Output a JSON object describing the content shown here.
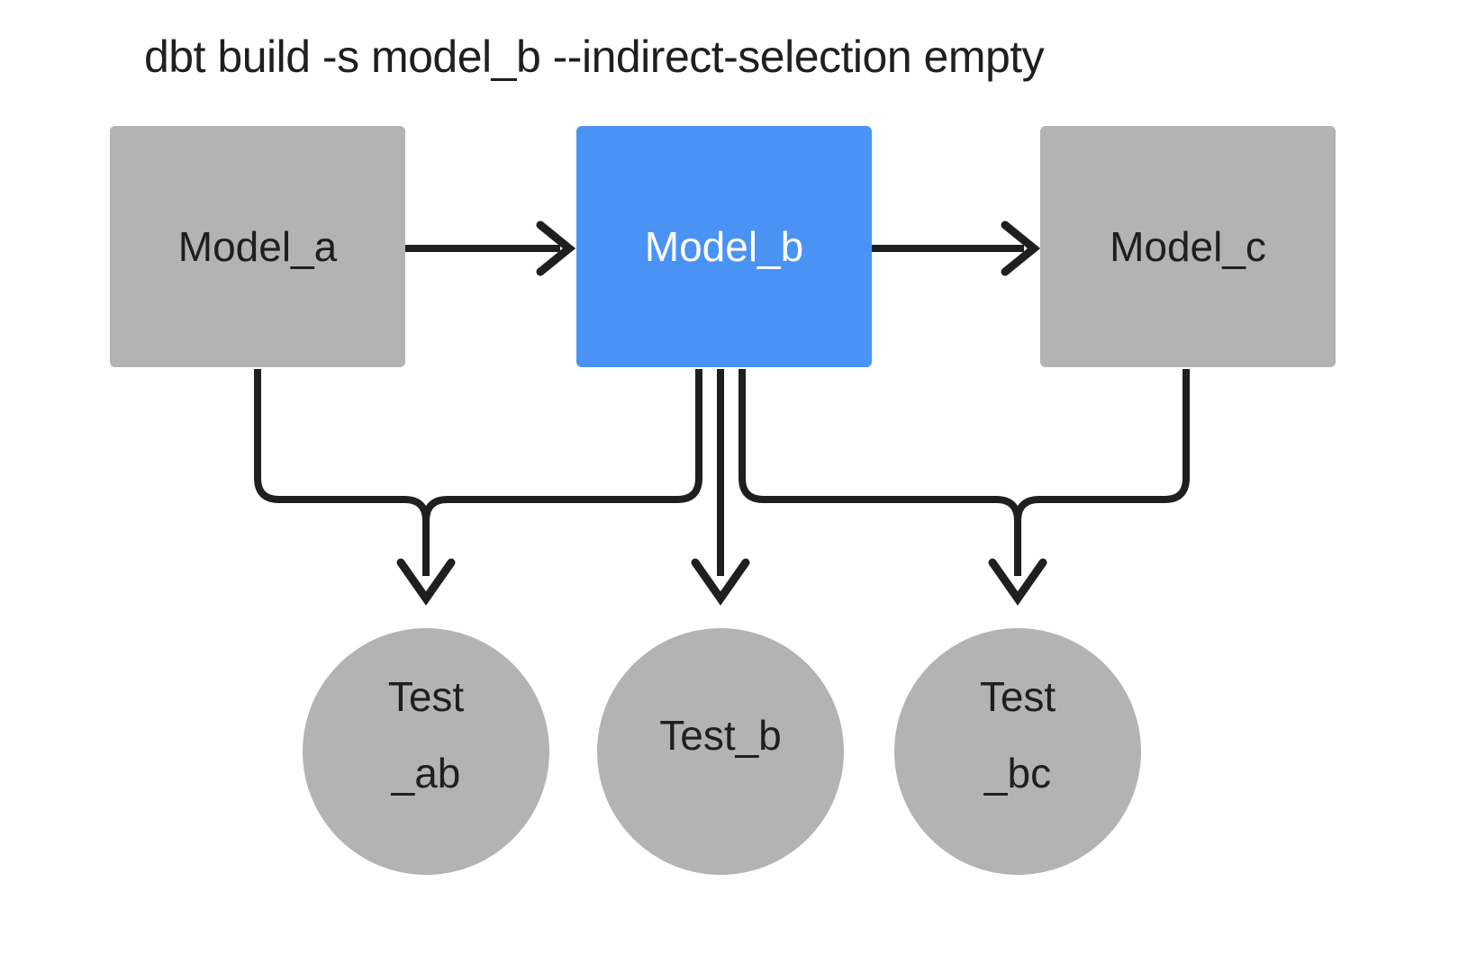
{
  "title": "dbt build -s model_b --indirect-selection empty",
  "colors": {
    "background": "#ffffff",
    "node_gray": "#b3b3b3",
    "node_selected_blue": "#4a93f5",
    "edge": "#1f1f1f",
    "label_dark": "#1f1f1f",
    "label_light": "#ffffff"
  },
  "models": [
    {
      "id": "model_a",
      "label": "Model_a",
      "shape": "rectangle",
      "color": "#b3b3b3",
      "selected": false
    },
    {
      "id": "model_b",
      "label": "Model_b",
      "shape": "rectangle",
      "color": "#4a93f5",
      "selected": true
    },
    {
      "id": "model_c",
      "label": "Model_c",
      "shape": "rectangle",
      "color": "#b3b3b3",
      "selected": false
    }
  ],
  "tests": [
    {
      "id": "test_ab",
      "label": "Test_ab",
      "line1": "Test",
      "line2": "_ab",
      "shape": "circle",
      "color": "#b3b3b3",
      "selected": false
    },
    {
      "id": "test_b",
      "label": "Test_b",
      "line1": "Test_b",
      "line2": "",
      "shape": "circle",
      "color": "#b3b3b3",
      "selected": false
    },
    {
      "id": "test_bc",
      "label": "Test_bc",
      "line1": "Test",
      "line2": "_bc",
      "shape": "circle",
      "color": "#b3b3b3",
      "selected": false
    }
  ],
  "edges": [
    {
      "id": "a-to-b",
      "from": "model_a",
      "to": "model_b",
      "kind": "model-to-model"
    },
    {
      "id": "b-to-c",
      "from": "model_b",
      "to": "model_c",
      "kind": "model-to-model"
    },
    {
      "id": "a-to-test-ab",
      "from": "model_a",
      "to": "test_ab",
      "kind": "model-to-test"
    },
    {
      "id": "b-to-test-ab",
      "from": "model_b",
      "to": "test_ab",
      "kind": "model-to-test"
    },
    {
      "id": "b-to-test-b",
      "from": "model_b",
      "to": "test_b",
      "kind": "model-to-test"
    },
    {
      "id": "b-to-test-bc",
      "from": "model_b",
      "to": "test_bc",
      "kind": "model-to-test"
    },
    {
      "id": "c-to-test-bc",
      "from": "model_c",
      "to": "test_bc",
      "kind": "model-to-test"
    }
  ]
}
